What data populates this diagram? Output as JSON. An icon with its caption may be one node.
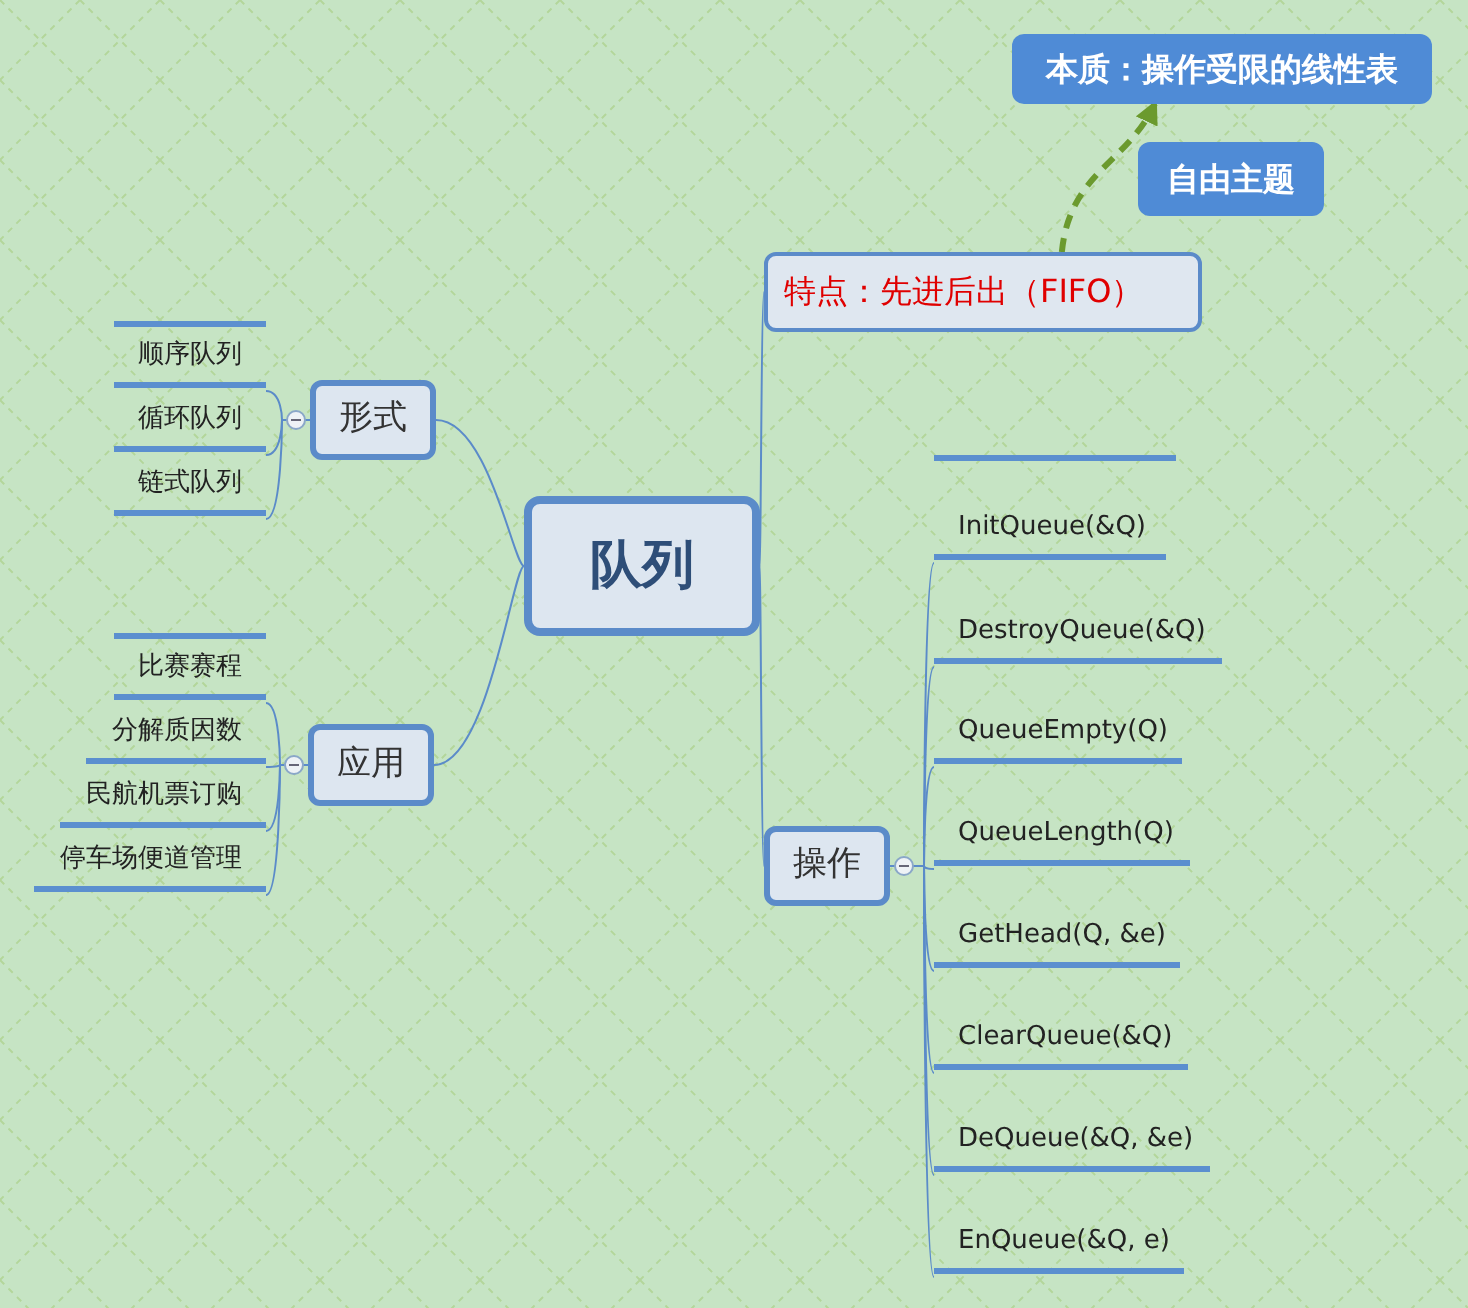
{
  "diagram": {
    "nodes": [
      {
        "text": [
          "队列"
        ]
      },
      {
        "text": [
          "特点：先进后出（FIFO）"
        ]
      },
      {
        "text": [
          "本质：操作受限的线性表"
        ]
      },
      {
        "text": [
          "自由主题"
        ]
      },
      {
        "text": [
          "形式"
        ]
      },
      {
        "text": [
          "顺序队列"
        ]
      },
      {
        "text": [
          "循环队列"
        ]
      },
      {
        "text": [
          "链式队列"
        ]
      },
      {
        "text": [
          "应用"
        ]
      },
      {
        "text": [
          "比赛赛程"
        ]
      },
      {
        "text": [
          "分解质因数"
        ]
      },
      {
        "text": [
          "民航机票订购"
        ]
      },
      {
        "text": [
          "停车场便道管理"
        ]
      },
      {
        "text": [
          "操作"
        ]
      },
      {
        "text": [
          "InitQueue(&Q)"
        ]
      },
      {
        "text": [
          "DestroyQueue(&Q)"
        ]
      },
      {
        "text": [
          "QueueEmpty(Q)"
        ]
      },
      {
        "text": [
          "QueueLength(Q)"
        ]
      },
      {
        "text": [
          "GetHead(Q, &e)"
        ]
      },
      {
        "text": [
          "ClearQueue(&Q)"
        ]
      },
      {
        "text": [
          "DeQueue(&Q, &e)"
        ]
      },
      {
        "text": [
          "EnQueue(&Q, e)"
        ]
      }
    ],
    "edges": [
      {
        "from": 0,
        "to": 1,
        "arrow": "none"
      },
      {
        "from": 0,
        "to": 4,
        "arrow": "none"
      },
      {
        "from": 0,
        "to": 8,
        "arrow": "none"
      },
      {
        "from": 0,
        "to": 13,
        "arrow": "none"
      },
      {
        "from": 1,
        "to": 2,
        "arrow": "to",
        "style": "dashed",
        "color": "#6b9a2e"
      },
      {
        "from": 4,
        "to": 5,
        "arrow": "none"
      },
      {
        "from": 4,
        "to": 6,
        "arrow": "none"
      },
      {
        "from": 4,
        "to": 7,
        "arrow": "none"
      },
      {
        "from": 8,
        "to": 9,
        "arrow": "none"
      },
      {
        "from": 8,
        "to": 10,
        "arrow": "none"
      },
      {
        "from": 8,
        "to": 11,
        "arrow": "none"
      },
      {
        "from": 8,
        "to": 12,
        "arrow": "none"
      },
      {
        "from": 13,
        "to": 14,
        "arrow": "none"
      },
      {
        "from": 13,
        "to": 15,
        "arrow": "none"
      },
      {
        "from": 13,
        "to": 16,
        "arrow": "none"
      },
      {
        "from": 13,
        "to": 17,
        "arrow": "none"
      },
      {
        "from": 13,
        "to": 18,
        "arrow": "none"
      },
      {
        "from": 13,
        "to": 19,
        "arrow": "none"
      },
      {
        "from": 13,
        "to": 20,
        "arrow": "none"
      },
      {
        "from": 13,
        "to": 21,
        "arrow": "none"
      }
    ]
  }
}
